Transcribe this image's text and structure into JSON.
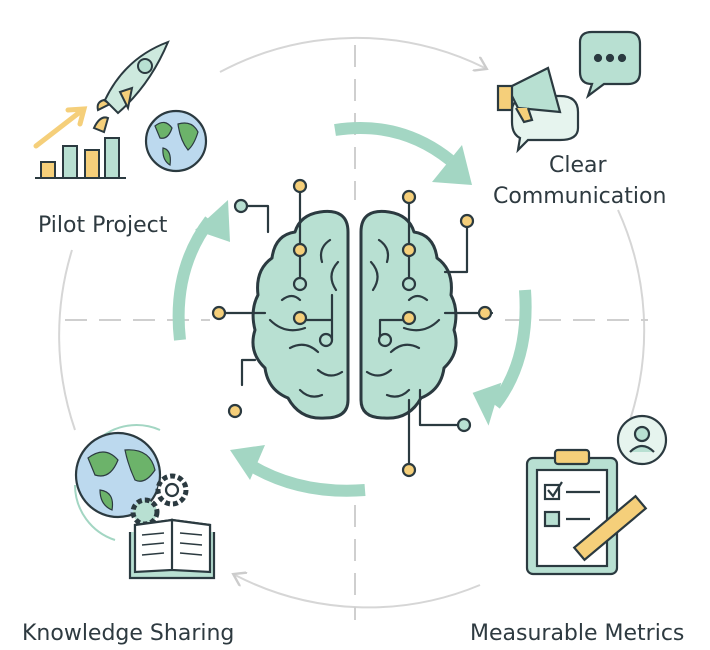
{
  "labels": {
    "pilot_project": "Pilot Project",
    "clear_communication_line1": "Clear",
    "clear_communication_line2": "Communication",
    "knowledge_sharing": "Knowledge Sharing",
    "measurable_metrics": "Measurable Metrics"
  },
  "colors": {
    "mint": "#b8e0d2",
    "arrow": "#a3d6c3",
    "accent_yellow": "#f5cf7a",
    "ink": "#2b3a40",
    "guide_gray": "#d3d3d3"
  }
}
